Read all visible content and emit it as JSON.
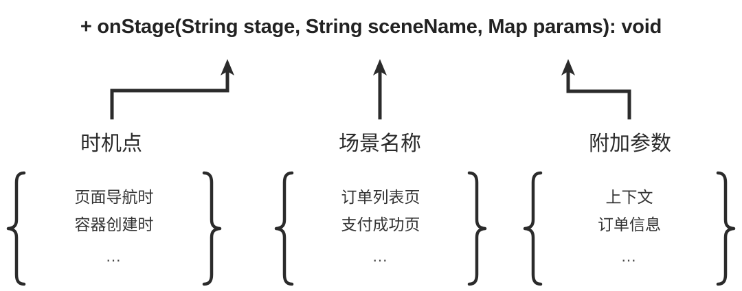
{
  "diagram": {
    "signature": "+ onStage(String stage, String sceneName, Map params): void",
    "stroke_color": "#2b2b2b",
    "text_color": "#2b2b2b",
    "background": "#ffffff",
    "groups": [
      {
        "label": "时机点",
        "open_brace": "{",
        "close_brace": "}",
        "items": [
          "页面导航时",
          "容器创建时",
          "…"
        ]
      },
      {
        "label": "场景名称",
        "open_brace": "{",
        "close_brace": "}",
        "items": [
          "订单列表页",
          "支付成功页",
          "…"
        ]
      },
      {
        "label": "附加参数",
        "open_brace": "{",
        "close_brace": "}",
        "items": [
          "上下文",
          "订单信息",
          "…"
        ]
      }
    ]
  }
}
